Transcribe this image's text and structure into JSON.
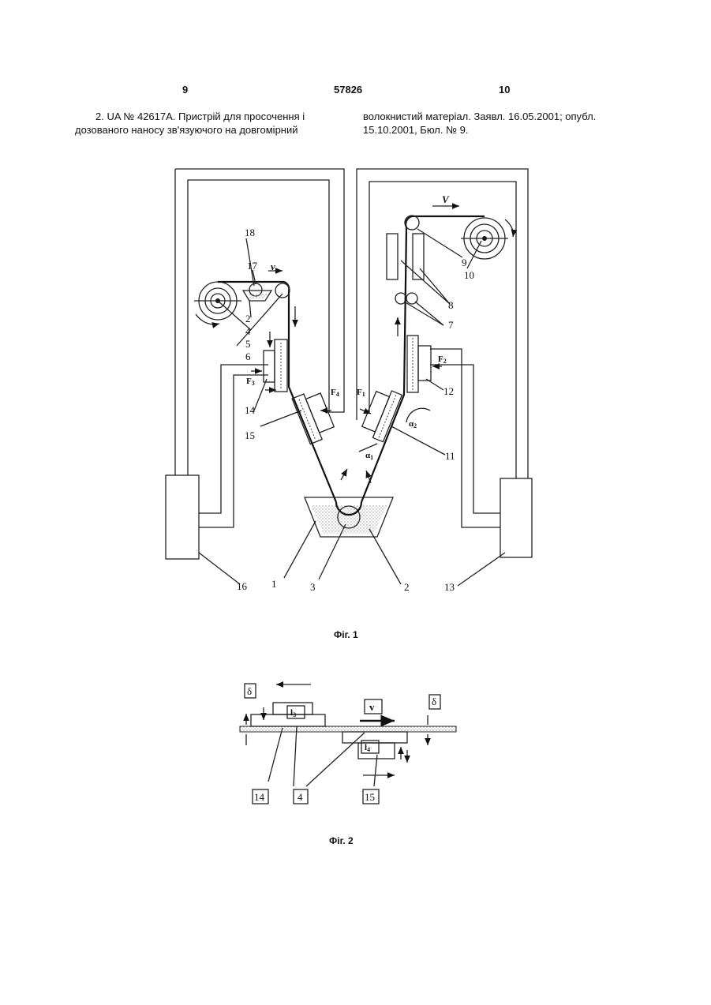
{
  "header": {
    "page_left": "9",
    "doc_number": "57826",
    "page_right": "10"
  },
  "reference": {
    "left_lines": [
      "2. UA № 42617А. Пристрій для просочення і",
      "дозованого наносу зв'язуючого на довгомірний"
    ],
    "right_lines": [
      "волокнистий матеріал. Заявл. 16.05.2001; опубл.",
      "15.10.2001, Бюл. № 9."
    ]
  },
  "figure1": {
    "caption": "Фіг. 1",
    "velocity": "v",
    "velocity_right": "V",
    "force_labels": {
      "F1": "F",
      "F1_sub": "1",
      "F2": "F",
      "F2_sub": "2",
      "F3": "F",
      "F3_sub": "3",
      "F4": "F",
      "F4_sub": "4"
    },
    "angle_labels": {
      "a1": "α",
      "a1_sub": "1",
      "a2": "α",
      "a2_sub": "2"
    },
    "numbers": [
      "1",
      "2",
      "3",
      "4",
      "5",
      "6",
      "7",
      "8",
      "9",
      "10",
      "11",
      "12",
      "13",
      "14",
      "15",
      "16",
      "17",
      "18",
      "2"
    ]
  },
  "figure2": {
    "caption": "Фіг. 2",
    "delta": "δ",
    "velocity": "v",
    "l3": "l",
    "l3_sub": "3",
    "l4": "l",
    "l4_sub": "4",
    "labels": [
      "14",
      "4",
      "15"
    ]
  }
}
